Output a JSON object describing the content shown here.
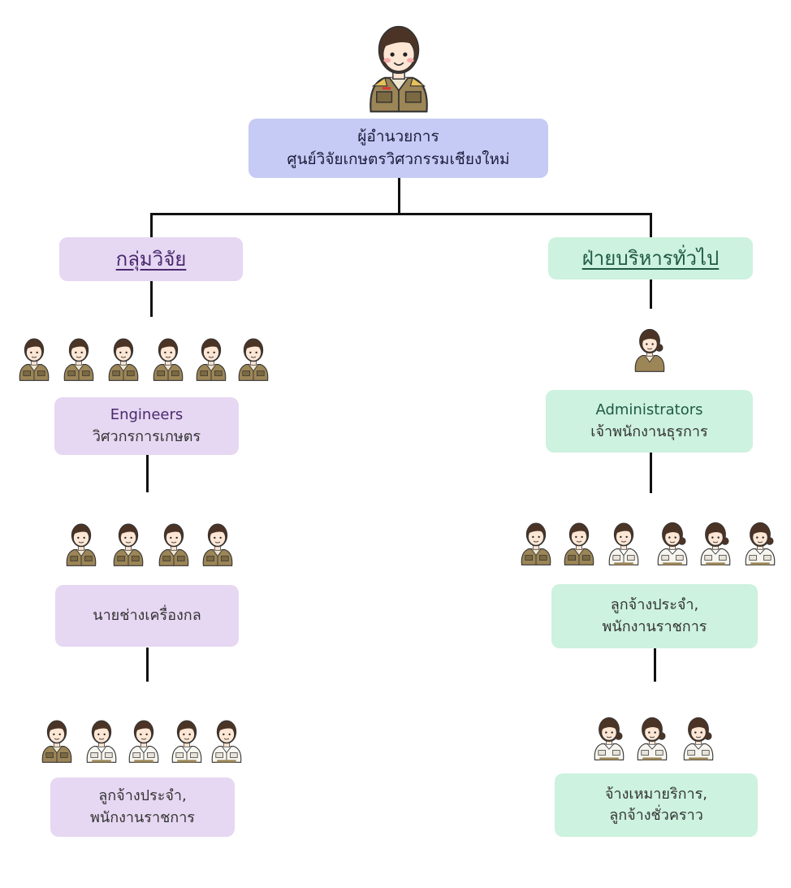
{
  "head": {
    "line1": "ผู้อำนวยการ",
    "line2": "ศูนย์วิจัยเกษตรวิศวกรรมเชียงใหม่"
  },
  "left": {
    "title": "กลุ่มวิจัย",
    "levels": [
      {
        "line1": "Engineers",
        "line2": "วิศวกรการเกษตร",
        "people": [
          "man-khaki",
          "man-khaki",
          "man-khaki",
          "man-khaki",
          "man-khaki",
          "man-khaki"
        ]
      },
      {
        "line1": "นายช่างเครื่องกล",
        "people": [
          "man-khaki",
          "man-khaki",
          "man-khaki",
          "man-khaki"
        ]
      },
      {
        "line1": "ลูกจ้างประจำ,",
        "line2": "พนักงานราชการ",
        "people": [
          "man-khaki",
          "man-white",
          "man-white",
          "man-white",
          "man-white"
        ]
      }
    ]
  },
  "right": {
    "title": "ฝ่ายบริหารทั่วไป",
    "levels": [
      {
        "line1": "Administrators",
        "line2": "เจ้าพนักงานธุรการ",
        "people": [
          "woman-khaki"
        ]
      },
      {
        "line1": "ลูกจ้างประจำ,",
        "line2": "พนักงานราชการ",
        "people": [
          "man-khaki",
          "man-khaki",
          "man-white",
          "woman-white",
          "woman-white",
          "woman-white"
        ]
      },
      {
        "line1": "จ้างเหมายริการ,",
        "line2": "ลูกจ้างชั่วคราว",
        "people": [
          "woman-white",
          "woman-white",
          "woman-white"
        ]
      }
    ]
  },
  "icons": {
    "director": "director-icon",
    "man_khaki": "male-officer-khaki-uniform-icon",
    "man_white": "male-staff-white-uniform-icon",
    "woman_khaki": "female-officer-khaki-uniform-icon",
    "woman_white": "female-staff-white-uniform-icon"
  },
  "colors": {
    "head_box": "#c5cbf5",
    "research_group": "#e6d7f2",
    "admin_group": "#cdf2df",
    "khaki_uniform": "#9c8556",
    "hair": "#4b3426",
    "skin": "#fde6d4"
  }
}
